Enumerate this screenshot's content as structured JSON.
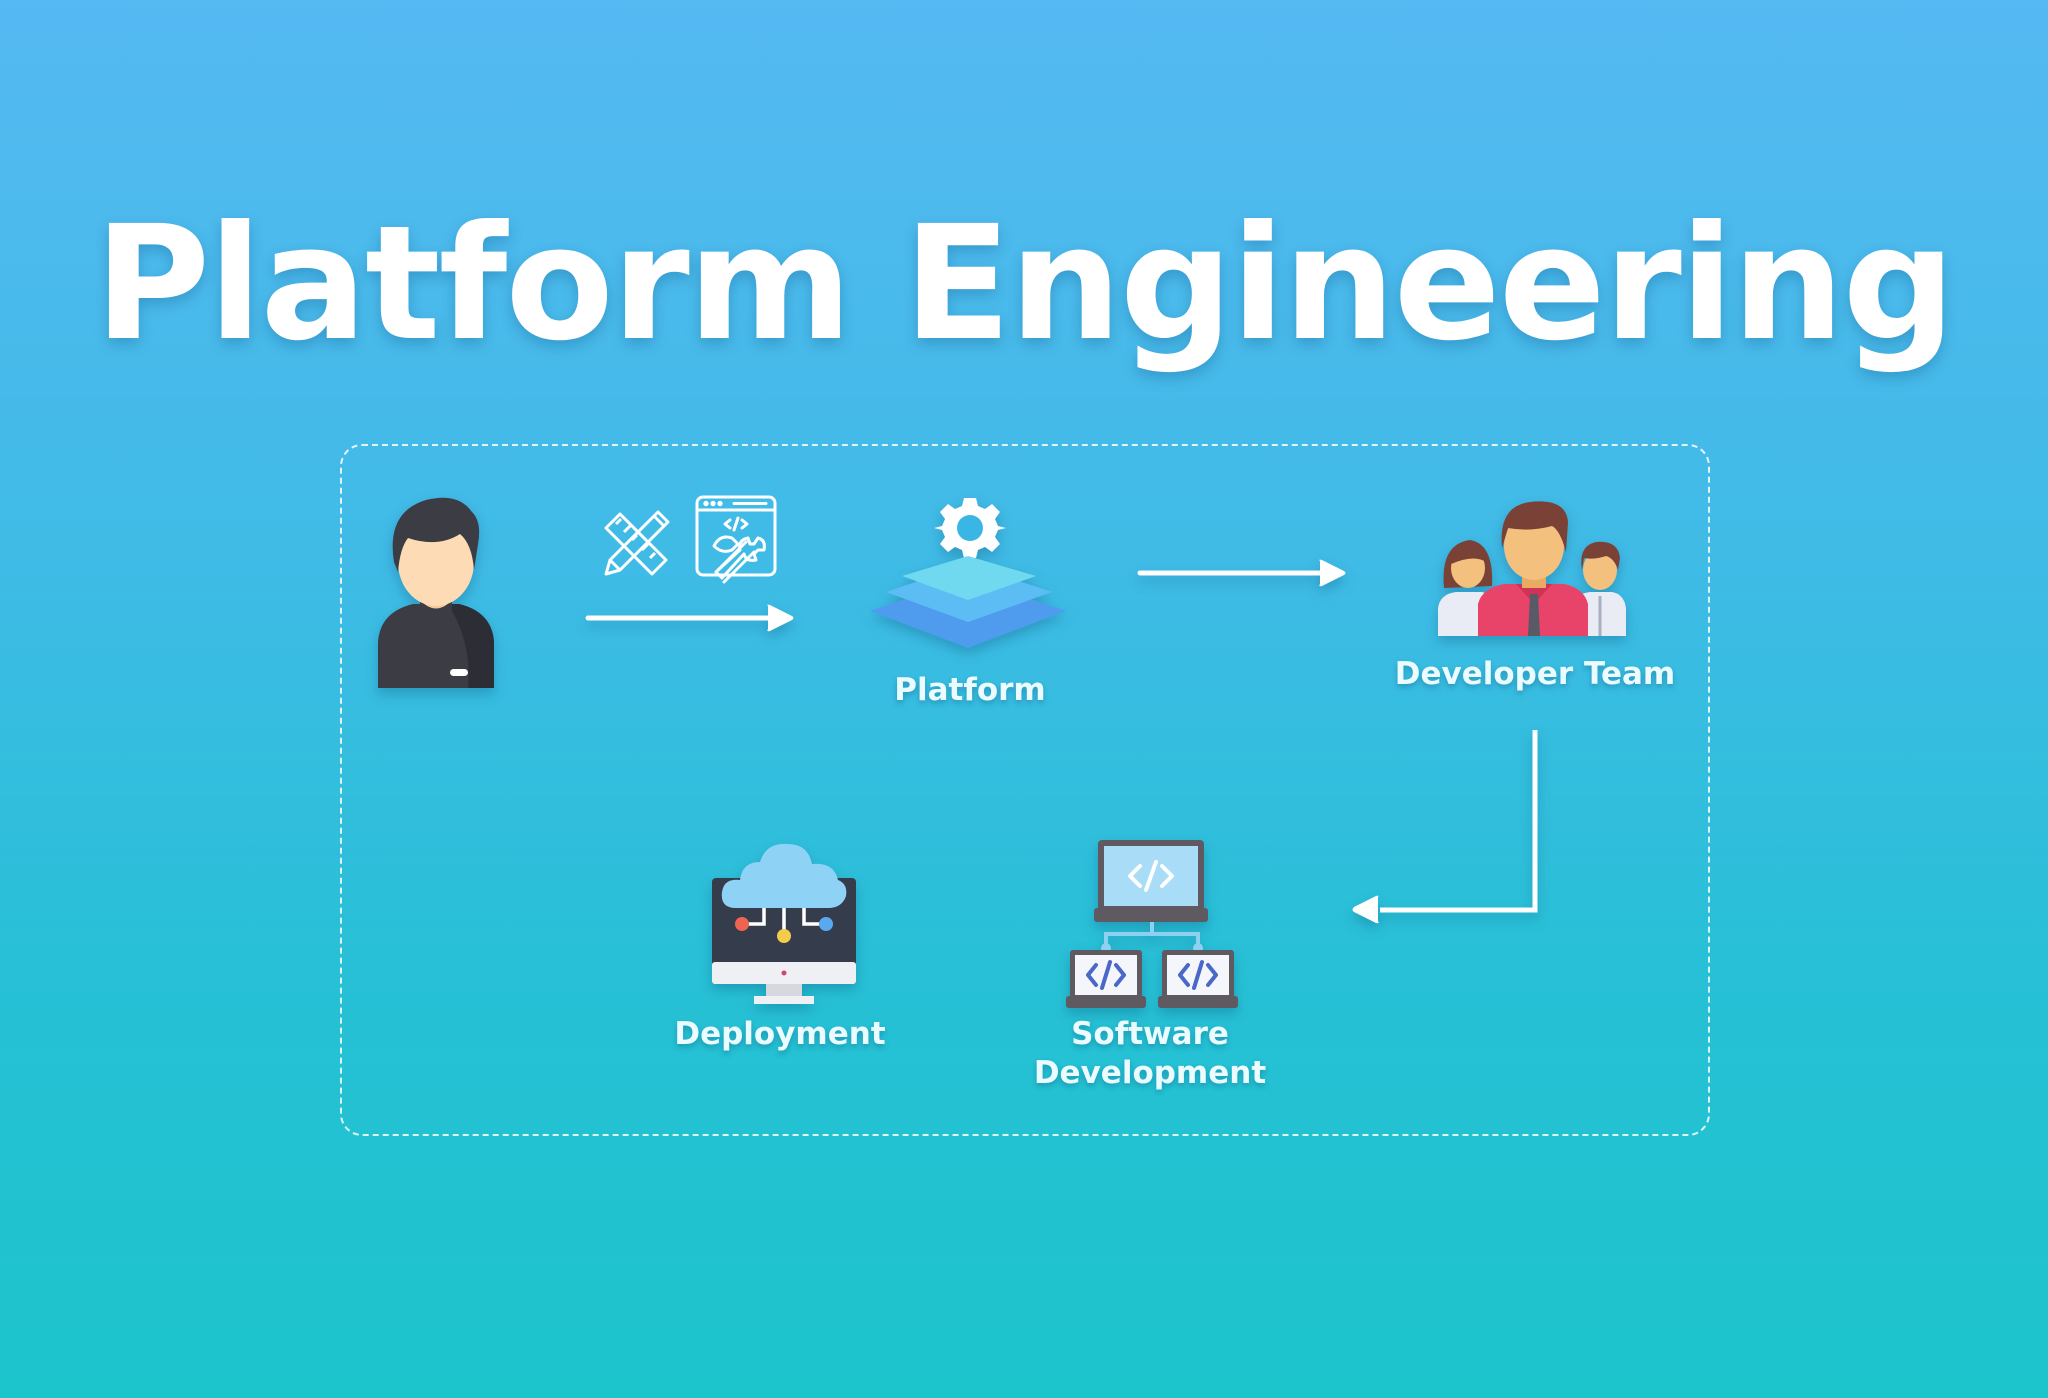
{
  "title": "Platform Engineering",
  "diagram": {
    "nodes": [
      {
        "id": "engineer",
        "label": "",
        "icon": "person-icon"
      },
      {
        "id": "tools",
        "label": "",
        "icon": "design-tools-icon"
      },
      {
        "id": "platform",
        "label": "Platform",
        "icon": "platform-layers-icon"
      },
      {
        "id": "developer_team",
        "label": "Developer Team",
        "icon": "team-icon"
      },
      {
        "id": "software_development",
        "label_line1": "Software",
        "label_line2": "Development",
        "icon": "code-hierarchy-icon"
      },
      {
        "id": "deployment",
        "label": "Deployment",
        "icon": "cloud-monitor-icon"
      }
    ],
    "edges": [
      {
        "from": "engineer",
        "to": "platform",
        "direction": "right"
      },
      {
        "from": "platform",
        "to": "developer_team",
        "direction": "right"
      },
      {
        "from": "developer_team",
        "to": "software_development",
        "direction": "down-left"
      }
    ]
  },
  "colors": {
    "background_top": "#55b9f2",
    "background_bottom": "#1cc4cc",
    "text": "#ffffff",
    "frame": "#ffffff"
  }
}
